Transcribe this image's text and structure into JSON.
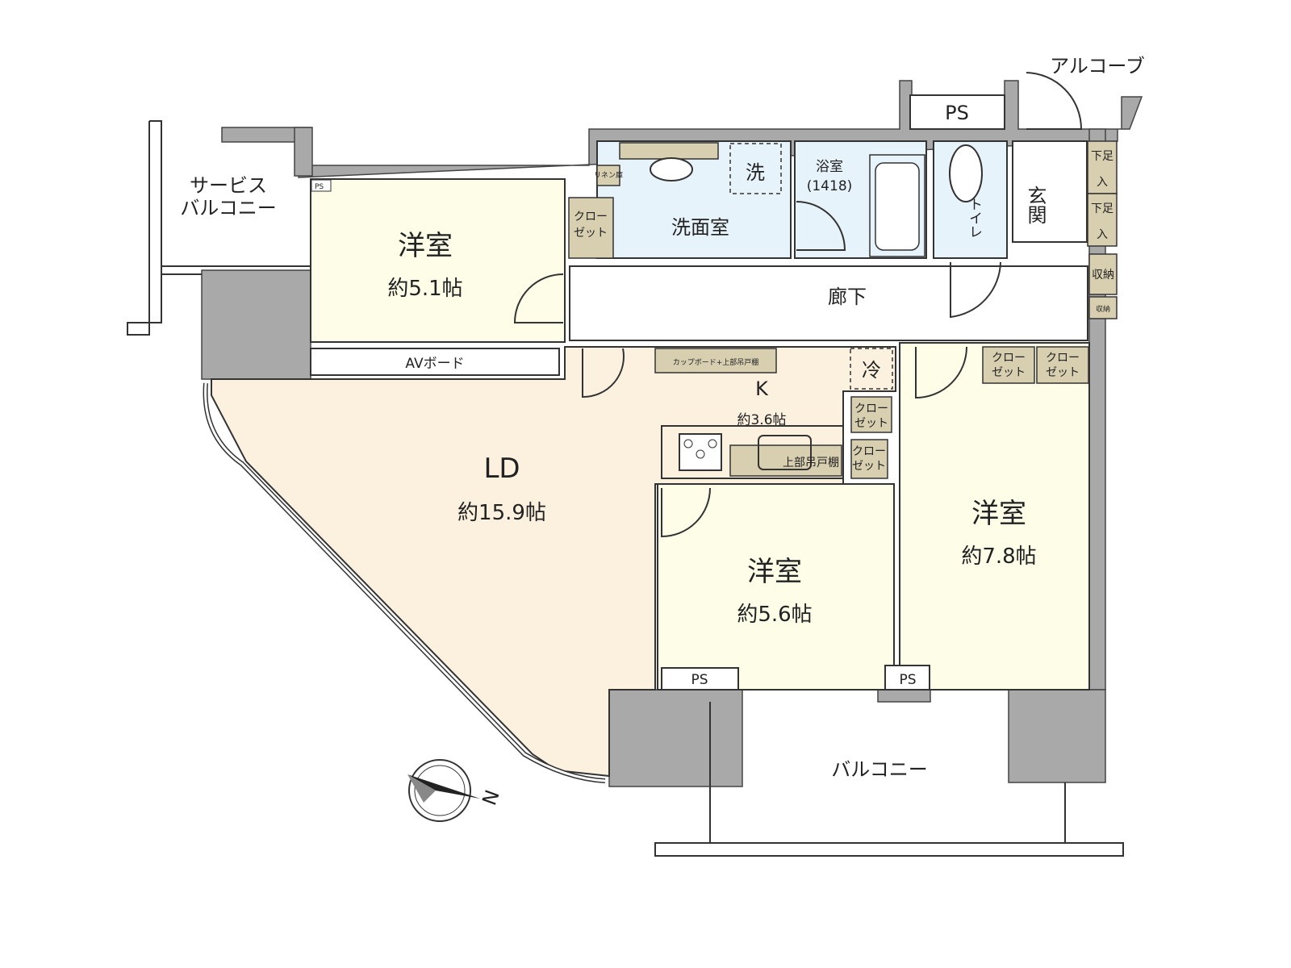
{
  "plan": {
    "rooms": {
      "service_balcony": "サービス\nバルコニー",
      "service_balcony_l1": "サービス",
      "service_balcony_l2": "バルコニー",
      "western_room_1": {
        "name": "洋室",
        "area": "約5.1帖"
      },
      "western_room_2": {
        "name": "洋室",
        "area": "約5.6帖"
      },
      "western_room_3": {
        "name": "洋室",
        "area": "約7.8帖"
      },
      "ld": {
        "name": "LD",
        "area": "約15.9帖"
      },
      "kitchen": {
        "name": "K",
        "area": "約3.6帖"
      },
      "washroom": "洗面室",
      "washer": "洗",
      "bathroom": "浴室",
      "bath_size": "(1418)",
      "toilet": "トイレ",
      "entrance": "玄関",
      "hallway": "廊下",
      "balcony": "バルコニー",
      "alcove": "アルコーブ"
    },
    "fixtures": {
      "ps": "PS",
      "closet_l1": "クロー",
      "closet_l2": "ゼット",
      "linen": "リネン庫",
      "av_board": "AVボード",
      "cupboard": "カップボード+上部吊戸棚",
      "upper_cabinet": "上部吊戸棚",
      "fridge": "冷",
      "shoe_l1": "下足",
      "shoe_l2": "入",
      "storage": "収納"
    },
    "compass": {
      "label": "N"
    }
  }
}
